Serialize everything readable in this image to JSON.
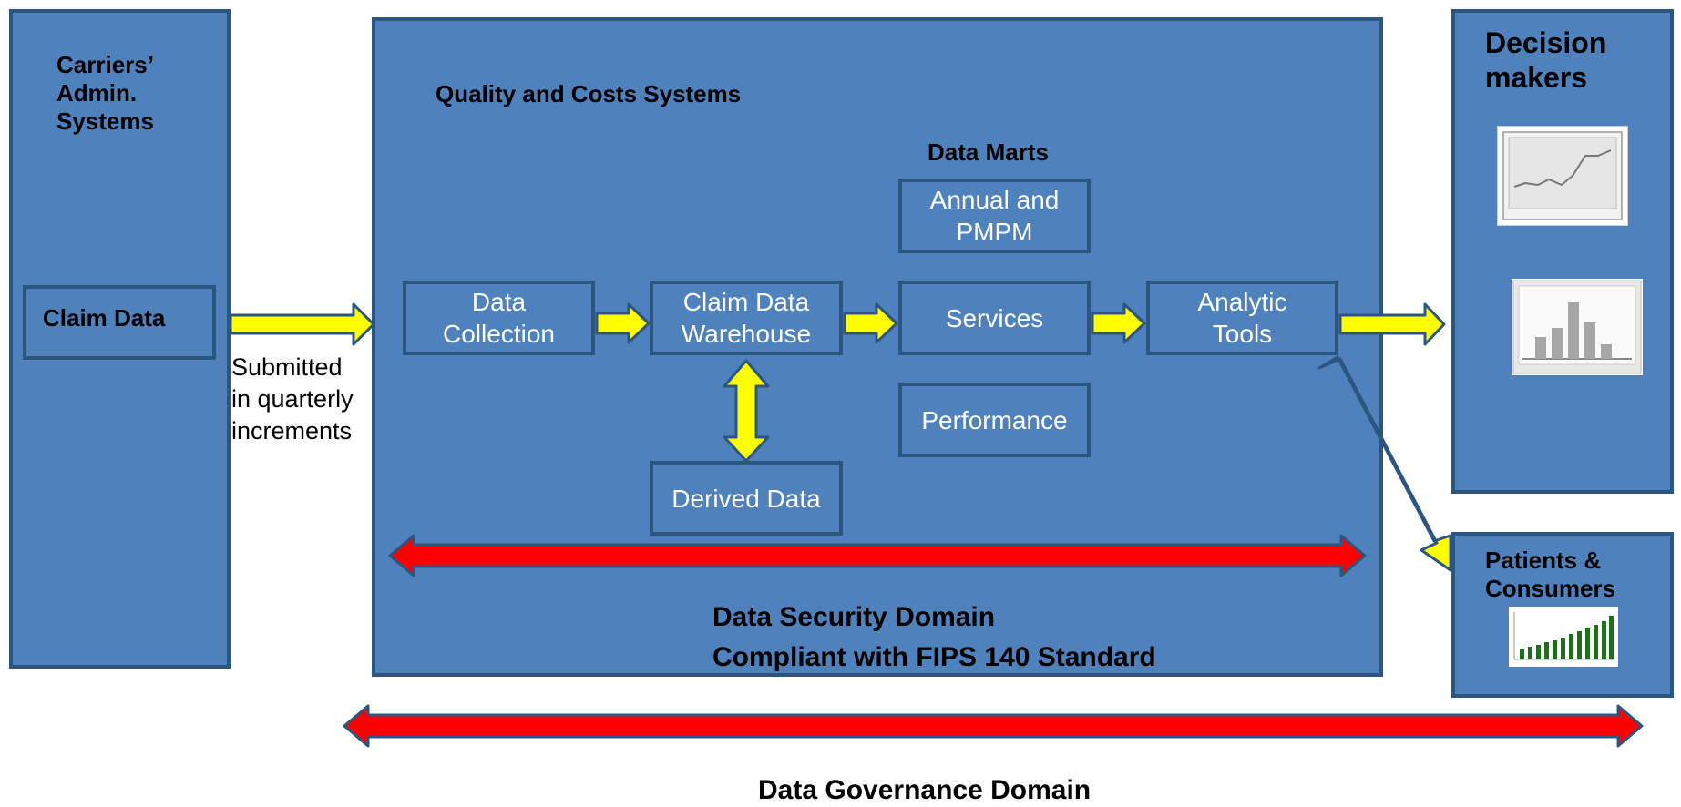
{
  "panels": {
    "carriers": {
      "label": "Carriers’\nAdmin.\nSystems"
    },
    "quality": {
      "label": "Quality and Costs Systems"
    },
    "decision": {
      "label": "Decision\nmakers"
    },
    "patients": {
      "label": "Patients &\nConsumers"
    }
  },
  "boxes": {
    "claim_data": "Claim Data",
    "data_collection": "Data\nCollection",
    "claim_warehouse": "Claim Data\nWarehouse",
    "services": "Services",
    "analytic_tools": "Analytic\nTools",
    "annual_pmpm": "Annual and\nPMPM",
    "performance": "Performance",
    "derived_data": "Derived Data"
  },
  "labels": {
    "data_marts": "Data Marts",
    "submitted": "Submitted\n in quarterly\nincrements",
    "security_domain": "Data Security Domain\nCompliant with FIPS 140 Standard",
    "governance_domain": "Data Governance Domain"
  },
  "colors": {
    "panel_fill": "#4f81bd",
    "panel_border": "#2c5580",
    "flow_arrow": "#ffff00",
    "domain_arrow": "#ff0000"
  },
  "icons": [
    "line-chart-icon",
    "bar-chart-icon",
    "green-bar-chart-icon"
  ]
}
